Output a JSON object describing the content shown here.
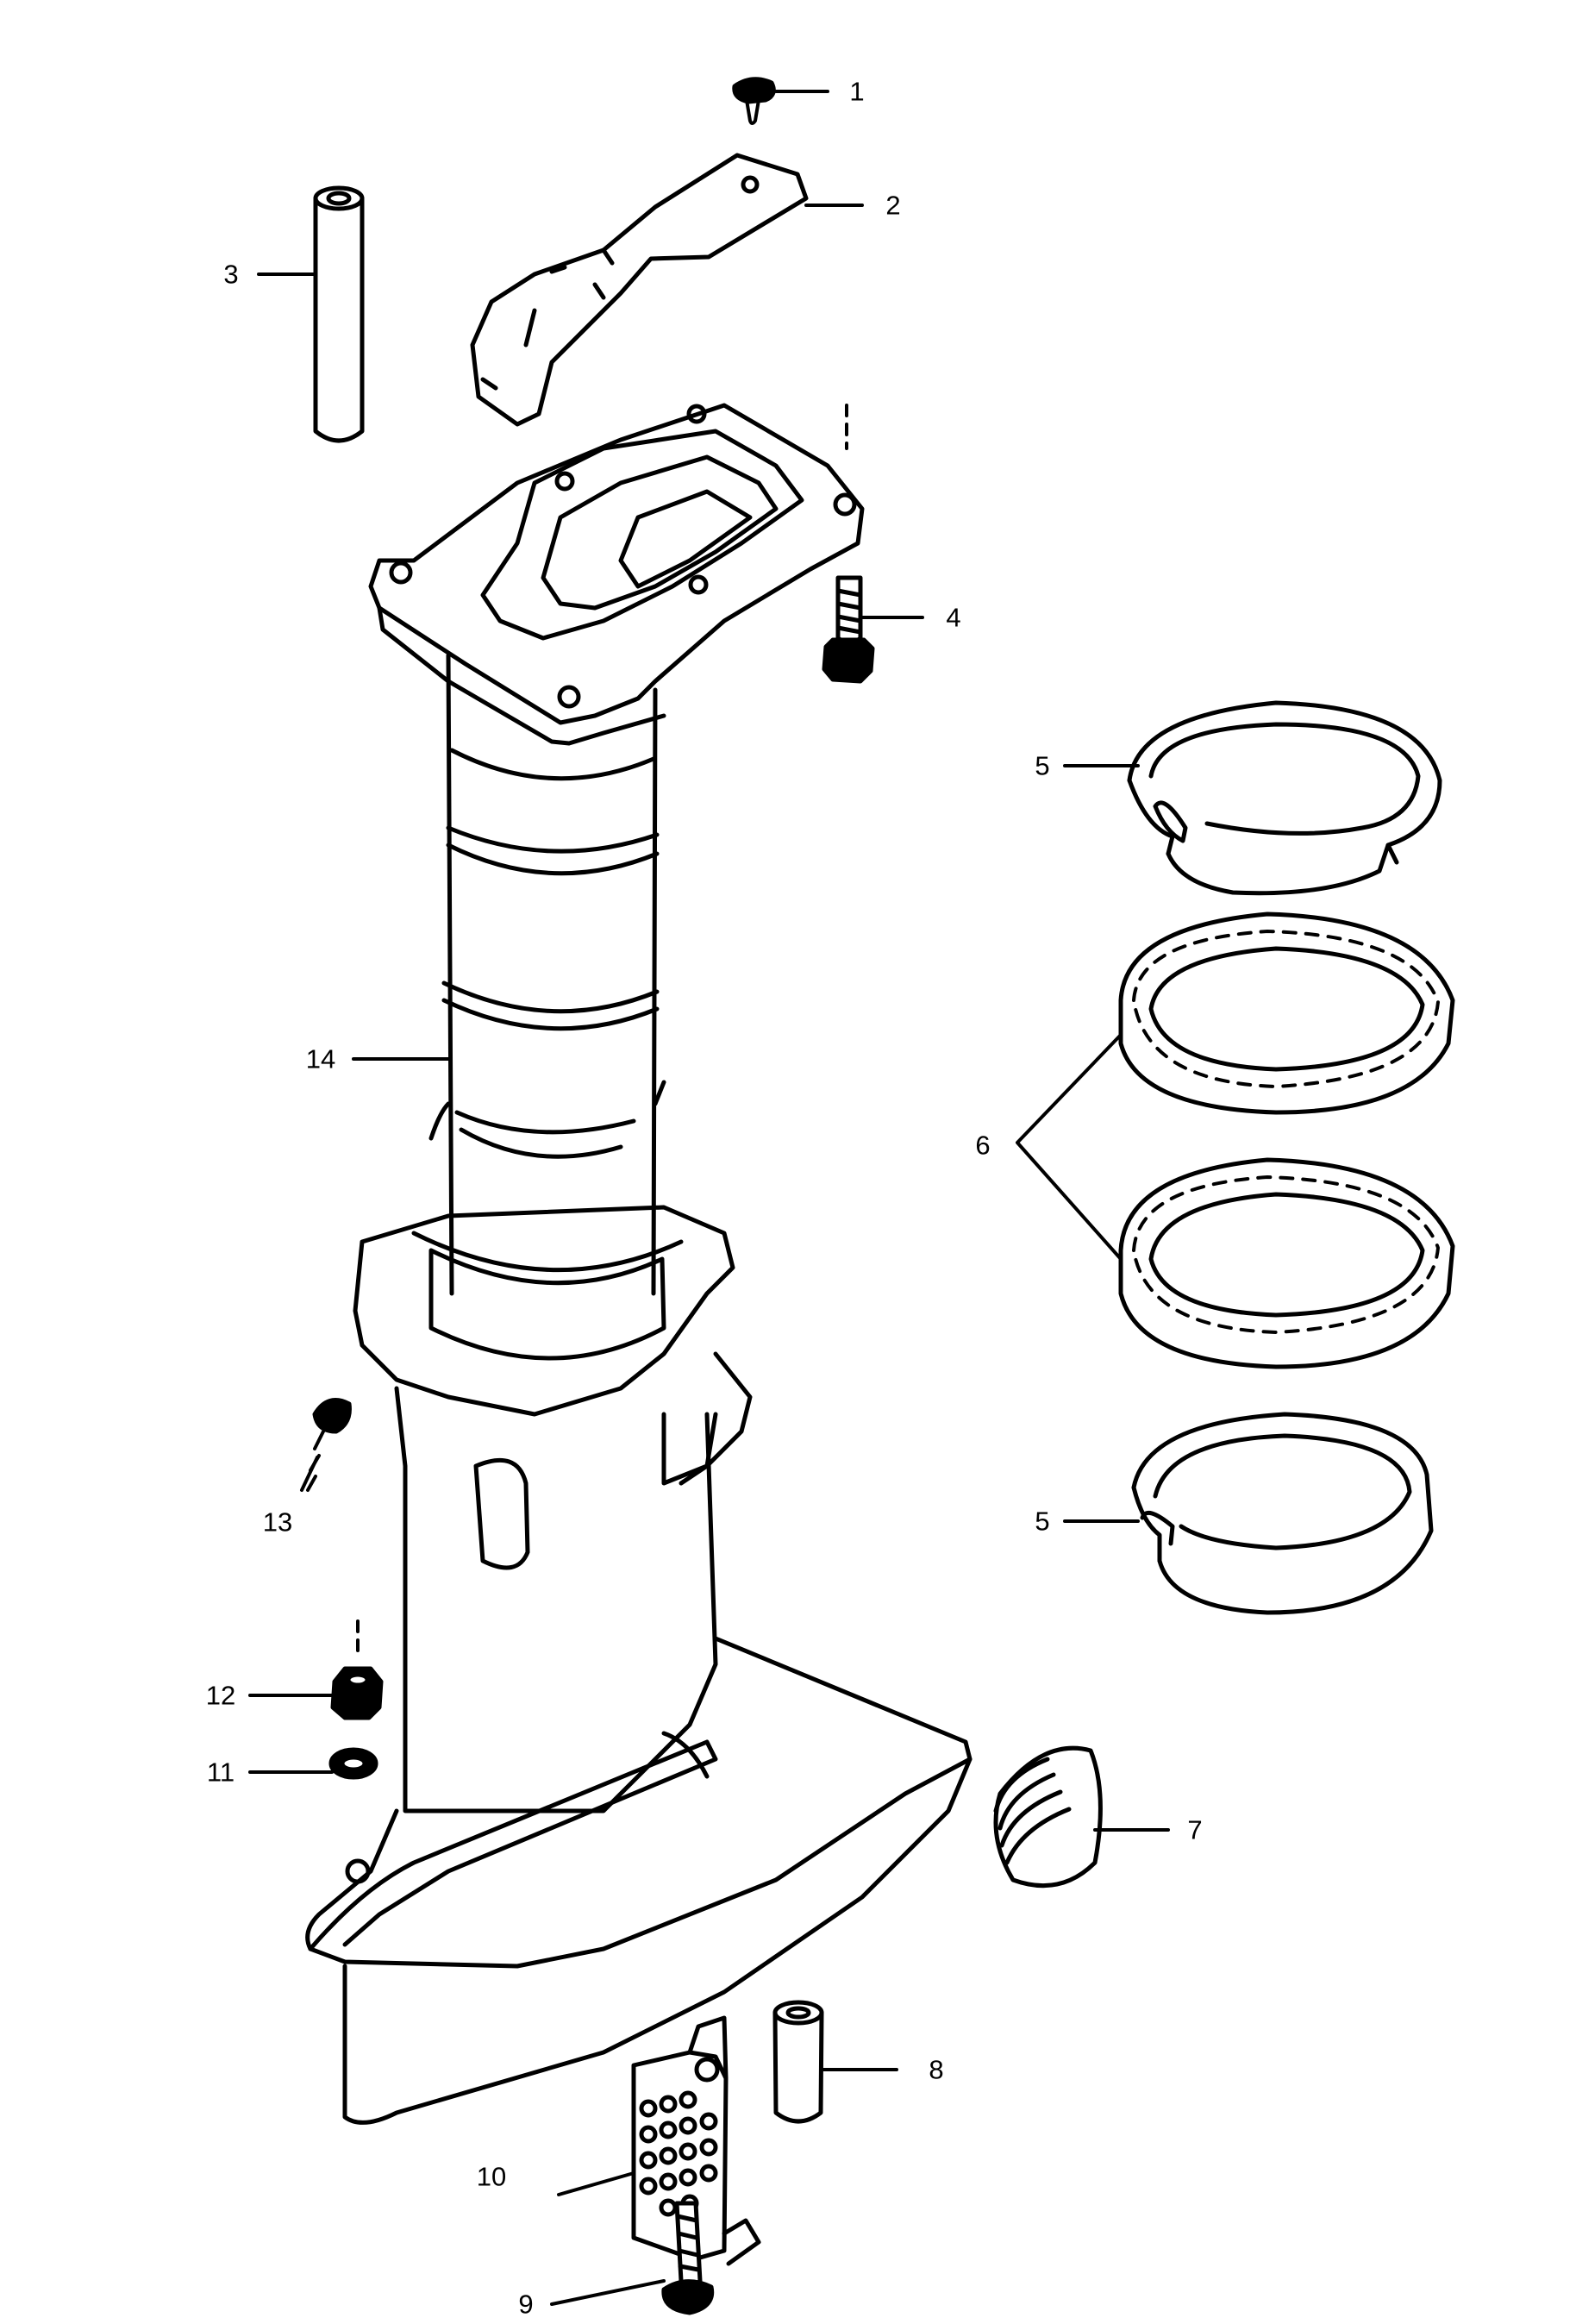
{
  "colors": {
    "ink": "#000000",
    "paper": "#ffffff"
  },
  "callouts": [
    {
      "id": "c1",
      "label": "1"
    },
    {
      "id": "c2",
      "label": "2"
    },
    {
      "id": "c3",
      "label": "3"
    },
    {
      "id": "c4",
      "label": "4"
    },
    {
      "id": "c5a",
      "label": "5"
    },
    {
      "id": "c6",
      "label": "6"
    },
    {
      "id": "c5b",
      "label": "5"
    },
    {
      "id": "c7",
      "label": "7"
    },
    {
      "id": "c8",
      "label": "8"
    },
    {
      "id": "c9",
      "label": "9"
    },
    {
      "id": "c10",
      "label": "10"
    },
    {
      "id": "c11",
      "label": "11"
    },
    {
      "id": "c12",
      "label": "12"
    },
    {
      "id": "c13",
      "label": "13"
    },
    {
      "id": "c14",
      "label": "14"
    }
  ]
}
